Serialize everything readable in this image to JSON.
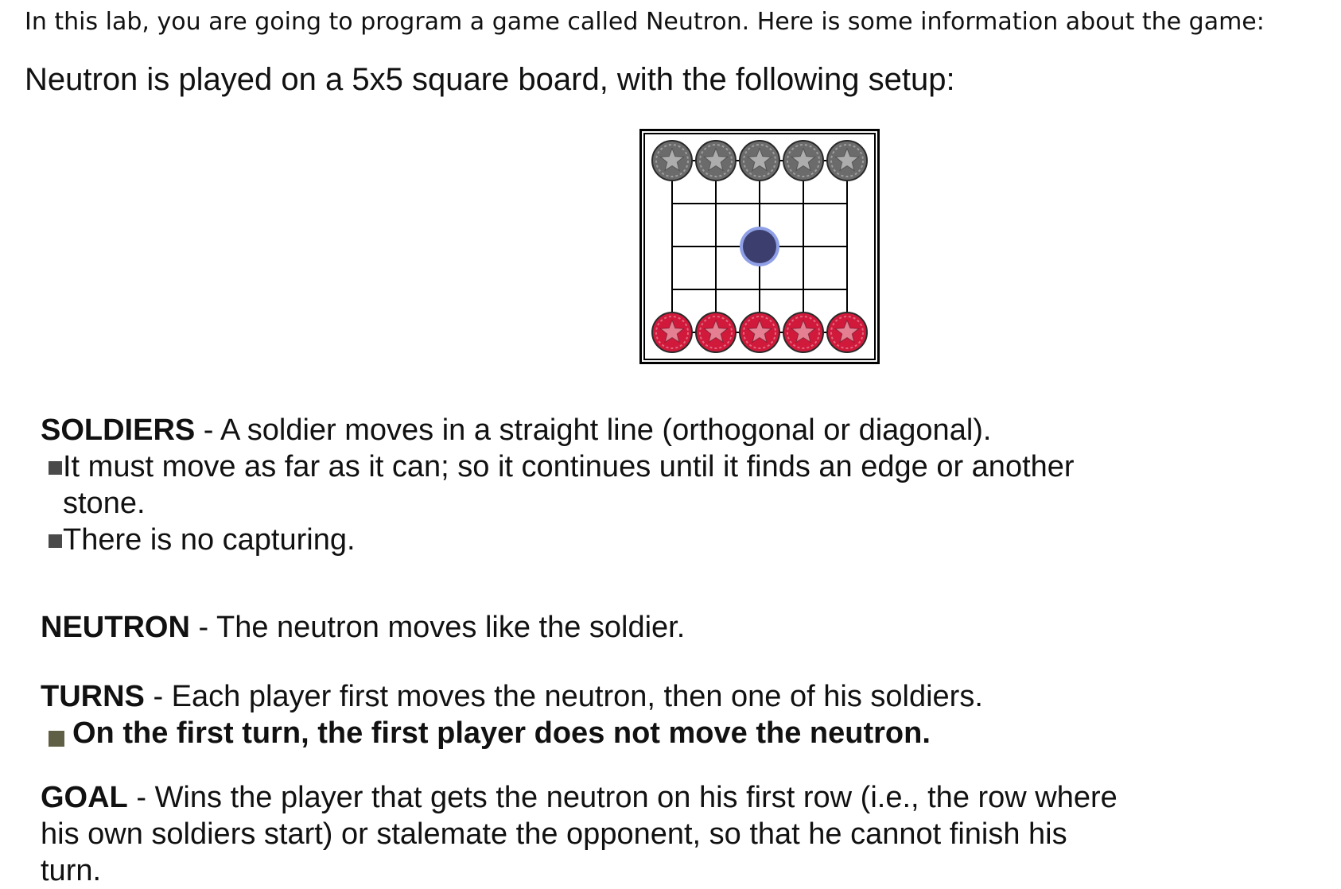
{
  "intro": "In this lab, you are going to program a game called Neutron. Here is some information about the game:",
  "setup": "Neutron is played on a 5x5 square board, with the following setup:",
  "board": {
    "size": 5,
    "top_row": "gray soldiers",
    "bottom_row": "red soldiers",
    "center": "neutron",
    "colors": {
      "gray_soldier": "#6b6b6b",
      "red_soldier": "#d0193b",
      "neutron": "#3c3f6e",
      "neutron_ring": "#8fa0e6",
      "grid": "#000000"
    }
  },
  "soldiers": {
    "heading": "SOLDIERS",
    "sep": " - ",
    "text": "A soldier moves in a straight line (orthogonal or diagonal).",
    "bullet1_a": "It must move as far as it can; so it continues until it finds an edge or another",
    "bullet1_b": "stone.",
    "bullet2": "There is no capturing."
  },
  "neutron": {
    "heading": "NEUTRON",
    "sep": " - ",
    "text": "The neutron moves like the soldier."
  },
  "turns": {
    "heading": "TURNS",
    "sep": " - ",
    "text": "Each player first moves the neutron, then one of his soldiers.",
    "bullet1": "On the first turn, the first player does not move the neutron."
  },
  "goal": {
    "heading": "GOAL",
    "sep": " - ",
    "line1": "Wins the player that gets the neutron on his first row (i.e., the row where",
    "line2": "his own soldiers start) or stalemate the opponent, so that he cannot finish his",
    "line3": "turn."
  }
}
